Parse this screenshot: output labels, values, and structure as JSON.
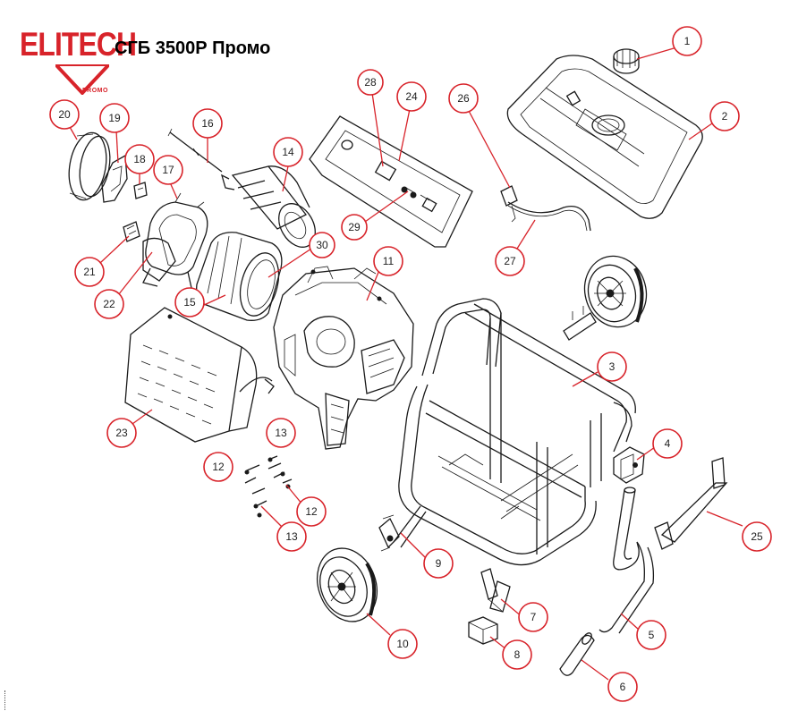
{
  "brand": {
    "logo_text": "ELITECH",
    "logo_subtext": "PROMO",
    "color": "#d8232a"
  },
  "title": "СГБ 3500Р Промо",
  "callout_color": "#d8232a",
  "callouts": [
    {
      "id": "c1",
      "label": "1"
    },
    {
      "id": "c2",
      "label": "2"
    },
    {
      "id": "c3",
      "label": "3"
    },
    {
      "id": "c4",
      "label": "4"
    },
    {
      "id": "c5",
      "label": "5"
    },
    {
      "id": "c6",
      "label": "6"
    },
    {
      "id": "c7",
      "label": "7"
    },
    {
      "id": "c8",
      "label": "8"
    },
    {
      "id": "c9",
      "label": "9"
    },
    {
      "id": "c10",
      "label": "10"
    },
    {
      "id": "c11",
      "label": "11"
    },
    {
      "id": "c12a",
      "label": "12"
    },
    {
      "id": "c12b",
      "label": "12"
    },
    {
      "id": "c13a",
      "label": "13"
    },
    {
      "id": "c13b",
      "label": "13"
    },
    {
      "id": "c14",
      "label": "14"
    },
    {
      "id": "c15",
      "label": "15"
    },
    {
      "id": "c16",
      "label": "16"
    },
    {
      "id": "c17",
      "label": "17"
    },
    {
      "id": "c18",
      "label": "18"
    },
    {
      "id": "c19",
      "label": "19"
    },
    {
      "id": "c20",
      "label": "20"
    },
    {
      "id": "c21",
      "label": "21"
    },
    {
      "id": "c22",
      "label": "22"
    },
    {
      "id": "c23",
      "label": "23"
    },
    {
      "id": "c24",
      "label": "24"
    },
    {
      "id": "c25",
      "label": "25"
    },
    {
      "id": "c26",
      "label": "26"
    },
    {
      "id": "c27",
      "label": "27"
    },
    {
      "id": "c28",
      "label": "28"
    },
    {
      "id": "c29",
      "label": "29"
    },
    {
      "id": "c30",
      "label": "30"
    }
  ]
}
